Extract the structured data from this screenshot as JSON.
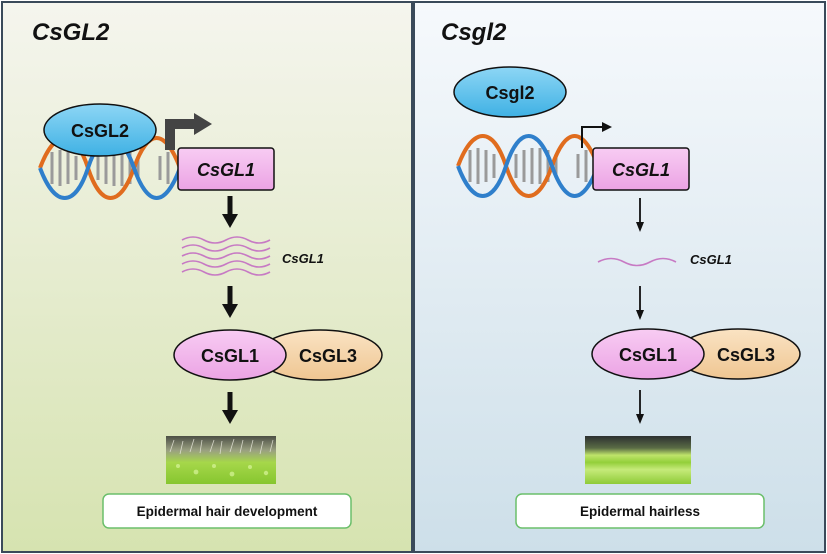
{
  "left_panel": {
    "title": "CsGL2",
    "protein_label": "CsGL2",
    "gene_label": "CsGL1",
    "mrna_label": "CsGL1",
    "complex_left": "CsGL1",
    "complex_right": "CsGL3",
    "outcome": "Epidermal hair development"
  },
  "right_panel": {
    "title": "Csgl2",
    "protein_label": "Csgl2",
    "gene_label": "CsGL1",
    "mrna_label": "CsGL1",
    "complex_left": "CsGL1",
    "complex_right": "CsGL3",
    "outcome": "Epidermal hairless"
  },
  "colors": {
    "left_bg_top": "#f4f4ec",
    "left_bg_bottom": "#d8e4b4",
    "right_bg_top": "#f4f8fb",
    "right_bg_bottom": "#cfe0ea",
    "protein_fill": "#5ec3ec",
    "gene_fill": "#f4b8ee",
    "csgl3_fill": "#f6d8b0",
    "dna_blue": "#2f7fcb",
    "dna_orange": "#e06c1e",
    "mrna": "#c77ac4",
    "outcome_border": "#6bbf6b",
    "panel_border": "#3a4a5a"
  }
}
